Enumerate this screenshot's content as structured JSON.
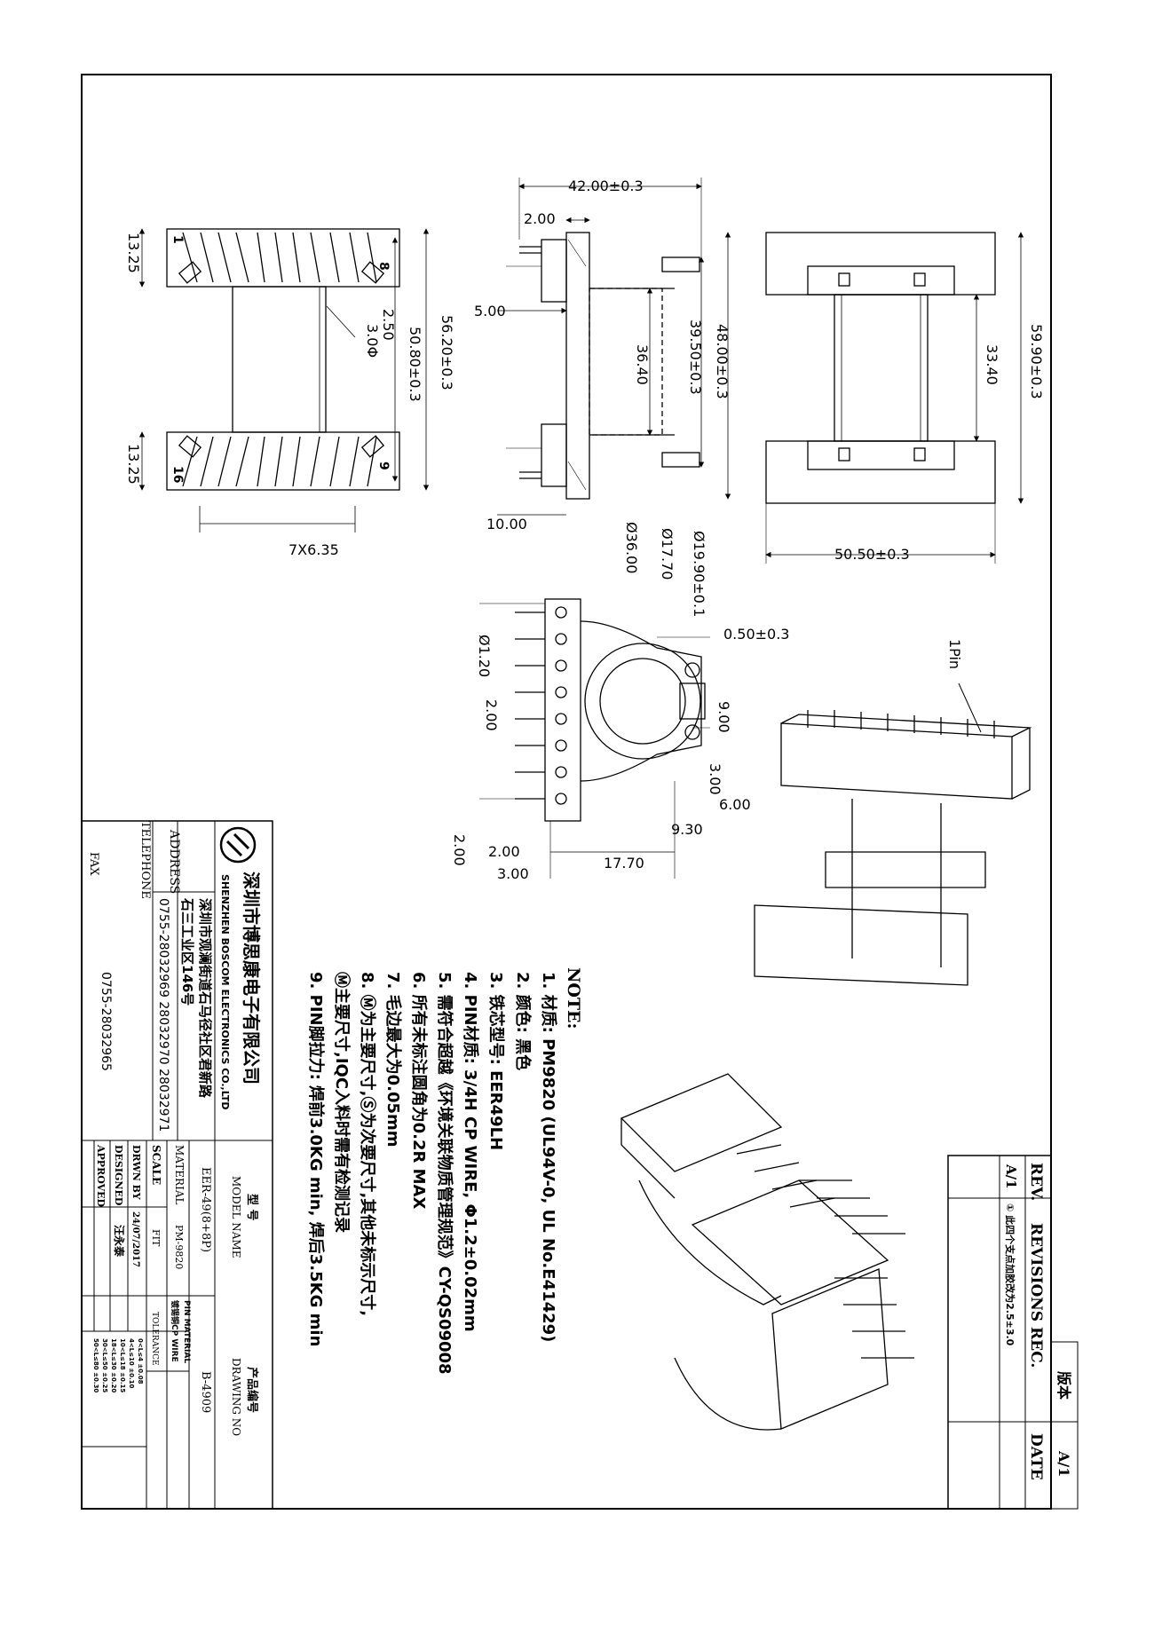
{
  "dimensions": {
    "top_width": "42.00±0.3",
    "offset_2": "2.00",
    "offset_5": "5.00",
    "offset_10": "10.00",
    "dim_48": "48.00±0.3",
    "dim_39_5": "39.50±0.3",
    "dim_36_4": "36.40",
    "dim_59_9": "59.90±0.3",
    "dim_33_4": "33.40",
    "dim_50_5": "50.50±0.3",
    "dim_13_25_a": "13.25",
    "dim_13_25_b": "13.25",
    "dim_2_50": "2.50",
    "dim_3_0": "3.0Φ",
    "dim_56_2": "56.20±0.3",
    "dim_50_8": "50.80±0.3",
    "pitch": "7X6.35",
    "dia_36": "Ø36.00",
    "dia_17_7": "Ø17.70",
    "dia_19_9": "Ø19.90±0.1",
    "gap_0_5": "0.50±0.3",
    "pin_dia": "Ø1.20",
    "dim_2_00_side": "2.00",
    "dim_9_00": "9.00",
    "dim_3_00_side": "3.00",
    "dim_6_00": "6.00",
    "dim_9_30": "9.30",
    "dim_2_00_low": "2.00",
    "dim_2_00_bot": "2.00",
    "dim_3_00_bot": "3.00",
    "dim_17_70": "17.70"
  },
  "pins": {
    "p1": "1",
    "p8": "8",
    "p9": "9",
    "p16": "16",
    "first_pin": "1Pin"
  },
  "notes": {
    "title": "NOTE:",
    "items": [
      "1. 材质: PM9820 (UL94V-0, UL No.E41429)",
      "2. 颜色: 黑色",
      "3. 铁芯型号: EER49LH",
      "4. PIN材质: 3/4H CP WIRE, Φ1.2±0.02mm",
      "5. 需符合超越《环境关联物质管理规范》CY-QS09008",
      "6. 所有未标注圆角为0.2R MAX",
      "7. 毛边最大为0.05mm",
      "8. Ⓜ为主要尺寸,Ⓢ为次要尺寸,其他未标示尺寸,",
      "   Ⓜ主要尺寸,IQC入料时需有检测记录",
      "9. PIN脚拉力: 焊前3.0KG min, 焊后3.5KG min"
    ]
  },
  "revision": {
    "ver_label": "版本",
    "ver_value": "A/1",
    "rev_header": "REV.",
    "revisions_header": "REVISIONS REC.",
    "date_header": "DATE",
    "rev_value": "A/1",
    "rev_desc": "① 此四个支点加胶改为2.5±3.0"
  },
  "company": {
    "name_cn": "深圳市博思康电子有限公司",
    "name_en": "SHENZHEN BOSCOM ELECTRONICS CO.,LTD",
    "address_label": "ADDRESS",
    "address_line1": "深圳市观澜街道石马径社区君新路",
    "address_line2": "石三工业区146号",
    "telephone_label": "TELEPHONE",
    "telephone": "0755-28032969  28032970  28032971",
    "fax_label": "FAX",
    "fax": "0755-28032965"
  },
  "titleblock": {
    "model_label_cn": "型  号",
    "model_label_en": "MODEL NAME",
    "model_value": "EER-49(8+8P)",
    "drawing_label_cn": "产品编号",
    "drawing_label_en": "DRAWING NO",
    "drawing_value": "B-4909",
    "material_label": "MATERIAL",
    "material_value": "PM-9820",
    "pin_material_label": "PIN MATERIAL",
    "pin_material_value": "镀锡铜CP WIRE",
    "scale_label": "SCALE",
    "scale_value": "FIT",
    "tolerance_label": "TOLERANCE",
    "drawn_label": "DRWN BY",
    "drawn_value": "24/07/2017",
    "designed_label": "DESIGNED",
    "designed_value": "汪永泰",
    "approved_label": "APPROVED",
    "tolerances": [
      "0<L≤4  ±0.08",
      "4<L≤10  ±0.10",
      "10<L≤18  ±0.15",
      "18<L≤30  ±0.20",
      "30<L≤50  ±0.25",
      "50<L≤80  ±0.30"
    ]
  }
}
